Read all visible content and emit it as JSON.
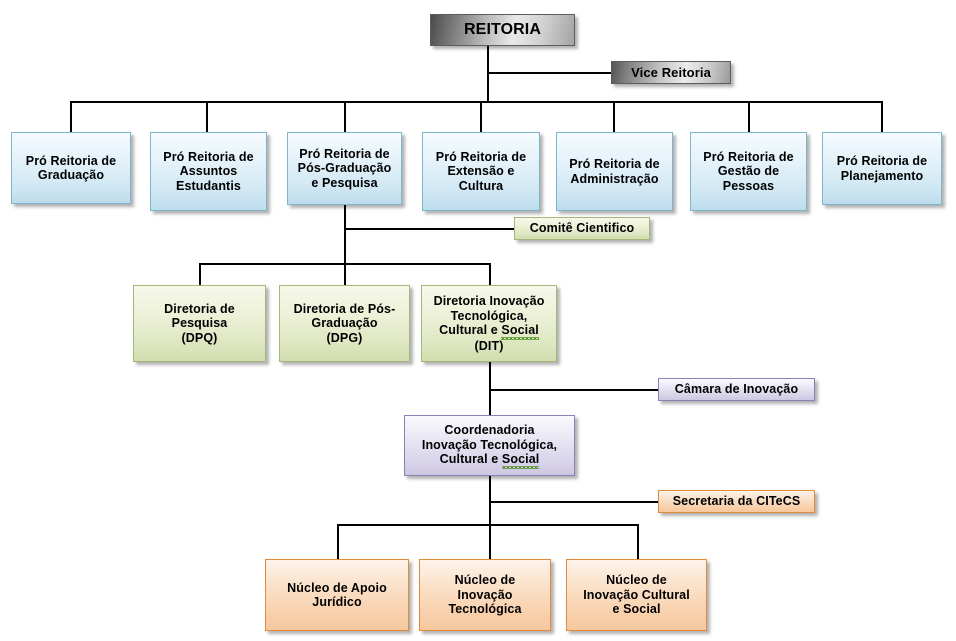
{
  "chart": {
    "type": "org-chart",
    "title": "Organograma REITORIA",
    "levels": [
      {
        "name": "reitoria",
        "nodes": [
          {
            "id": "reitoria",
            "label": "REITORIA",
            "style": "gray"
          },
          {
            "id": "vice-reitoria",
            "label": "Vice Reitoria",
            "style": "gray"
          }
        ]
      },
      {
        "name": "pro-reitorias",
        "nodes": [
          {
            "id": "pr-graduacao",
            "label": "Pró Reitoria de Graduação",
            "style": "blue"
          },
          {
            "id": "pr-assuntos-estudantis",
            "label": "Pró Reitoria de Assuntos Estudantis",
            "style": "blue"
          },
          {
            "id": "pr-pos-graduacao-pesquisa",
            "label": "Pró Reitoria de Pós-Graduação e Pesquisa",
            "style": "blue"
          },
          {
            "id": "pr-extensao-cultura",
            "label": "Pró Reitoria de Extensão e Cultura",
            "style": "blue"
          },
          {
            "id": "pr-administracao",
            "label": "Pró Reitoria de Administração",
            "style": "blue"
          },
          {
            "id": "pr-gestao-pessoas",
            "label": "Pró Reitoria de Gestão de Pessoas",
            "style": "blue"
          },
          {
            "id": "pr-planejamento",
            "label": "Pró Reitoria de Planejamento",
            "style": "blue"
          }
        ]
      },
      {
        "name": "diretorias",
        "nodes": [
          {
            "id": "comite-cientifico",
            "label": "Comitê Cientifico",
            "style": "green"
          },
          {
            "id": "dpq",
            "label": "Diretoria de Pesquisa (DPQ)",
            "style": "green"
          },
          {
            "id": "dpg",
            "label": "Diretoria de Pós-Graduação (DPG)",
            "style": "green"
          },
          {
            "id": "dit",
            "label": "Diretoria Inovação Tecnológica, Cultural e Social (DIT)",
            "style": "green"
          }
        ]
      },
      {
        "name": "coordenadoria",
        "nodes": [
          {
            "id": "camara-inovacao",
            "label": "Câmara de Inovação",
            "style": "purple"
          },
          {
            "id": "coord-citecs",
            "label": "Coordenadoria Inovação Tecnológica, Cultural e Social",
            "style": "purple"
          }
        ]
      },
      {
        "name": "nucleos",
        "nodes": [
          {
            "id": "secretaria-citecs",
            "label": "Secretaria da CITeCS",
            "style": "orange"
          },
          {
            "id": "nucleo-apoio-juridico",
            "label": "Núcleo de Apoio Jurídico",
            "style": "orange"
          },
          {
            "id": "nucleo-inovacao-tecnologica",
            "label": "Núcleo de Inovação Tecnológica",
            "style": "orange"
          },
          {
            "id": "nucleo-inovacao-cultural-social",
            "label": "Núcleo de Inovação Cultural e Social",
            "style": "orange"
          }
        ]
      }
    ],
    "colors": {
      "gray_border": "#5d5d5d",
      "blue_border": "#7fb4cd",
      "blue_fill": "#cfe7f3",
      "green_border": "#a4b87a",
      "green_fill": "#dde6c0",
      "purple_border": "#8d80b5",
      "purple_fill": "#d9d4ea",
      "orange_border": "#e08a3c",
      "orange_fill": "#f8d0ac",
      "line": "#000000",
      "text": "#000000"
    }
  },
  "nodes": {
    "reitoria": {
      "line1": "REITORIA"
    },
    "vice_reitoria": {
      "line1": "Vice Reitoria"
    },
    "pr_graduacao": {
      "line1": "Pró Reitoria de",
      "line2": "Graduação"
    },
    "pr_assuntos": {
      "line1": "Pró Reitoria de",
      "line2": "Assuntos",
      "line3": "Estudantis"
    },
    "pr_pos": {
      "line1": "Pró Reitoria de",
      "line2": "Pós-Graduação",
      "line3": "e Pesquisa"
    },
    "pr_extensao": {
      "line1": "Pró Reitoria de",
      "line2": "Extensão e",
      "line3": "Cultura"
    },
    "pr_administracao": {
      "line1": "Pró Reitoria de",
      "line2": "Administração"
    },
    "pr_gestao": {
      "line1": "Pró Reitoria de",
      "line2": "Gestão de",
      "line3": "Pessoas"
    },
    "pr_planejamento": {
      "line1": "Pró Reitoria de",
      "line2": "Planejamento"
    },
    "comite": {
      "line1": "Comitê Cientifico"
    },
    "dpq": {
      "line1": "Diretoria de",
      "line2": "Pesquisa",
      "line3": "(DPQ)"
    },
    "dpg": {
      "line1": "Diretoria de Pós-",
      "line2": "Graduação",
      "line3": "(DPG)"
    },
    "dit": {
      "line1": "Diretoria Inovação",
      "line2": "Tecnológica,",
      "line3a": "Cultural e ",
      "line3b": "Social",
      "line4": "(DIT)"
    },
    "camara": {
      "line1": "Câmara de Inovação"
    },
    "coord": {
      "line1": "Coordenadoria",
      "line2": "Inovação Tecnológica,",
      "line3a": "Cultural e ",
      "line3b": "Social"
    },
    "secretaria": {
      "line1": "Secretaria da CITeCS"
    },
    "nucleo_juridico": {
      "line1": "Núcleo de Apoio",
      "line2": "Jurídico"
    },
    "nucleo_tecnologica": {
      "line1": "Núcleo de",
      "line2": "Inovação",
      "line3": "Tecnológica"
    },
    "nucleo_cultural": {
      "line1": "Núcleo de",
      "line2": "Inovação Cultural",
      "line3": "e Social"
    }
  }
}
